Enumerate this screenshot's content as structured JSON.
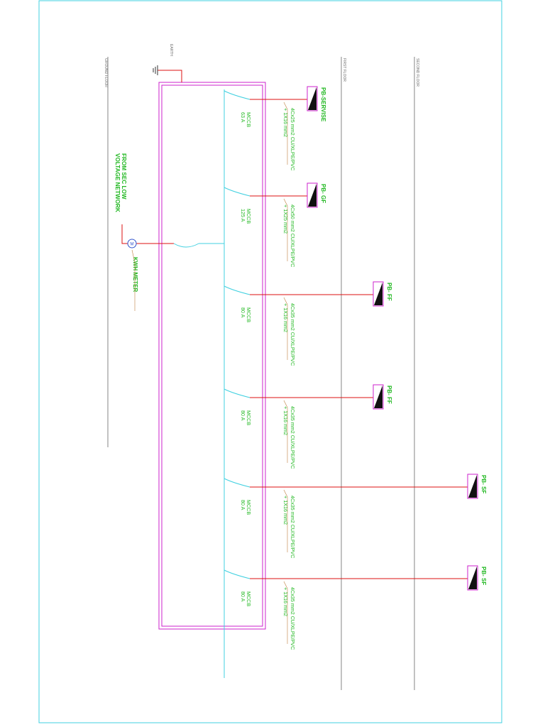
{
  "floors": {
    "ground": "GROUND FLOOR",
    "first": "FIRST FLOOR",
    "second": "SECOND FLOOR"
  },
  "source": {
    "line1": "FROM SEC LOW",
    "line2": "VOLTAGE NETWORK"
  },
  "meter": {
    "label": "KWH METER",
    "symbol": "M"
  },
  "earth": {
    "label": "EARTH"
  },
  "circuits": [
    {
      "mccb_line1": "MCCB",
      "mccb_line2": "63 A",
      "cable_line1": "4Cx25 mm2 CU/XLPE/PVC",
      "cable_line2": "+ 1X16 mm2",
      "panel": "PB-SERVISE"
    },
    {
      "mccb_line1": "MCCB",
      "mccb_line2": "125 A",
      "cable_line1": "4Cx50 mm2 CU/XLPE/PVC",
      "cable_line2": "+ 1X25 mm2",
      "panel": "PB- GF"
    },
    {
      "mccb_line1": "MCCB",
      "mccb_line2": "80 A",
      "cable_line1": "4Cx35 mm2 CU/XLPE/PVC",
      "cable_line2": "+ 1X16 mm2",
      "panel": "PB- FF"
    },
    {
      "mccb_line1": "MCCB",
      "mccb_line2": "80 A",
      "cable_line1": "4Cx35 mm2 CU/XLPE/PVC",
      "cable_line2": "+ 1X16 mm2",
      "panel": "PB- FF"
    },
    {
      "mccb_line1": "MCCB",
      "mccb_line2": "80 A",
      "cable_line1": "4Cx35 mm2 CU/XLPE/PVC",
      "cable_line2": "+ 1X16 mm2",
      "panel": "PB- SF"
    },
    {
      "mccb_line1": "MCCB",
      "mccb_line2": "80 A",
      "cable_line1": "4Cx35 mm2 CU/XLPE/PVC",
      "cable_line2": "+ 1X16 mm2",
      "panel": "PB- SF"
    }
  ],
  "colors": {
    "frame": "#40d0e0",
    "busbar": "#40d0e0",
    "feeder": "#dd1111",
    "board": "#cc22cc",
    "text": "#22b822",
    "floor_line": "#666666",
    "leader": "#c08040"
  }
}
